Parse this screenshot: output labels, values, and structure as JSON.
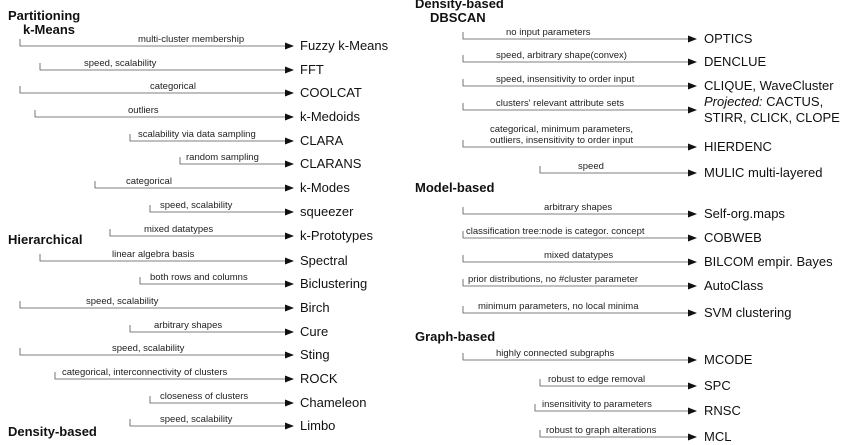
{
  "left_column": {
    "sections": [
      {
        "title": "Partitioning\nk-Means",
        "items": [
          {
            "label": "multi-cluster membership",
            "target": "Fuzzy k-Means"
          },
          {
            "label": "speed, scalability",
            "target": "FFT"
          },
          {
            "label": "categorical",
            "target": "COOLCAT"
          },
          {
            "label": "outliers",
            "target": "k-Medoids"
          },
          {
            "label": "scalability via data sampling",
            "target": "CLARA"
          },
          {
            "label": "random sampling",
            "target": "CLARANS"
          },
          {
            "label": "categorical",
            "target": "k-Modes"
          },
          {
            "label": "speed, scalability",
            "target": "squeezer"
          },
          {
            "label": "mixed datatypes",
            "target": "k-Prototypes"
          }
        ]
      },
      {
        "title": "Hierarchical",
        "items": [
          {
            "label": "linear algebra basis",
            "target": "Spectral"
          },
          {
            "label": "both rows and columns",
            "target": "Biclustering"
          },
          {
            "label": "speed, scalability",
            "target": "Birch"
          },
          {
            "label": "arbitrary shapes",
            "target": "Cure"
          },
          {
            "label": "speed, scalability",
            "target": "Sting"
          },
          {
            "label": "categorical, interconnectivity of clusters",
            "target": "ROCK"
          },
          {
            "label": "closeness of clusters",
            "target": "Chameleon"
          },
          {
            "label": "speed, scalability",
            "target": "Limbo"
          }
        ]
      },
      {
        "title": "Density-based",
        "items": []
      }
    ]
  },
  "right_column": {
    "sections": [
      {
        "title": "Density-based\nDBSCAN",
        "items": [
          {
            "label": "no input parameters",
            "target": "OPTICS"
          },
          {
            "label": "speed, arbitrary shape(convex)",
            "target": "DENCLUE"
          },
          {
            "label": "speed, insensitivity to order input",
            "target": "CLIQUE, WaveCluster"
          },
          {
            "label": "clusters' relevant attribute sets",
            "target": "Projected: CACTUS,\nSTIRR, CLICK, CLOPE"
          },
          {
            "label": "categorical, minimum parameters,\noutliers, insensitivity to order input",
            "target": "HIERDENC"
          },
          {
            "label": "speed",
            "target": "MULIC multi-layered"
          }
        ]
      },
      {
        "title": "Model-based",
        "items": [
          {
            "label": "arbitrary shapes",
            "target": "Self-org.maps"
          },
          {
            "label": "classification tree:node is categor. concept",
            "target": "COBWEB"
          },
          {
            "label": "mixed datatypes",
            "target": "BILCOM empir. Bayes"
          },
          {
            "label": "prior distributions, no #cluster parameter",
            "target": "AutoClass"
          },
          {
            "label": "minimum parameters, no local minima",
            "target": "SVM clustering"
          }
        ]
      },
      {
        "title": "Graph-based",
        "items": [
          {
            "label": "highly connected subgraphs",
            "target": "MCODE"
          },
          {
            "label": "robust to edge removal",
            "target": "SPC"
          },
          {
            "label": "insensitivity to parameters",
            "target": "RNSC"
          },
          {
            "label": "robust to graph alterations",
            "target": "MCL"
          }
        ]
      }
    ]
  }
}
